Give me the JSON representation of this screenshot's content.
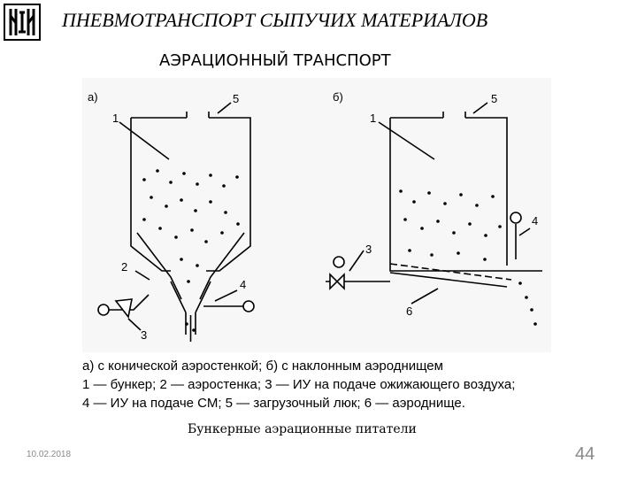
{
  "header": {
    "title": "ПНЕВМОТРАНСПОРТ СЫПУЧИХ МАТЕРИАЛОВ",
    "subtitle": "АЭРАЦИОННЫЙ ТРАНСПОРТ"
  },
  "figure": {
    "panel_a": {
      "label": "а)",
      "n1": "1",
      "n2": "2",
      "n3": "3",
      "n4": "4",
      "n5": "5"
    },
    "panel_b": {
      "label": "б)",
      "n1": "1",
      "n3": "3",
      "n4": "4",
      "n5": "5",
      "n6": "6"
    }
  },
  "caption": {
    "line1": "а) с конической аэростенкой; б) с наклонным аэроднищем",
    "line2": "1 — бункер; 2 — аэростенка; 3 — ИУ на подаче ожижающего воздуха;",
    "line3": "4 — ИУ на подаче СМ; 5 — загрузочный люк; 6 — аэроднище."
  },
  "bottom_caption": "Бункерные аэрационные питатели",
  "footer": {
    "date": "10.02.2018",
    "page": "44"
  }
}
